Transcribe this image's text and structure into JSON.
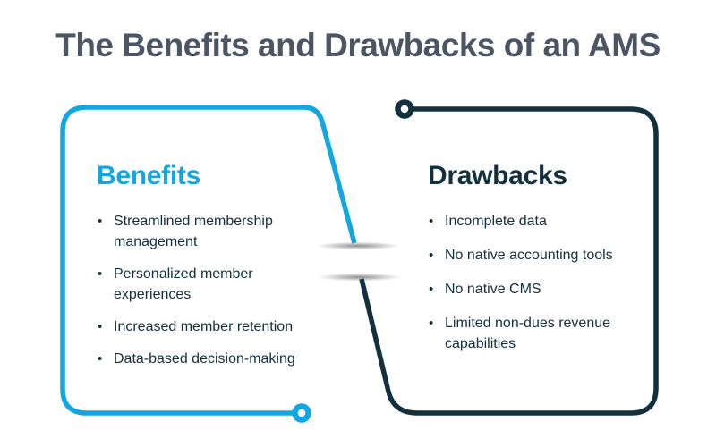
{
  "title": "The Benefits and Drawbacks of an AMS",
  "benefits": {
    "heading": "Benefits",
    "items": [
      "Streamlined membership management",
      "Personalized member experiences",
      "Increased member retention",
      "Data-based decision-making"
    ]
  },
  "drawbacks": {
    "heading": "Drawbacks",
    "items": [
      "Incomplete data",
      "No native accounting tools",
      "No native CMS",
      "Limited non-dues revenue capabilities"
    ]
  },
  "colors": {
    "accent_cyan": "#13a7e1",
    "accent_navy": "#12303d",
    "title_gray": "#4b5564"
  }
}
